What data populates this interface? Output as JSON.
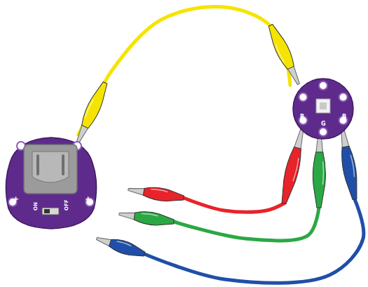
{
  "diagram": {
    "nodes": [
      {
        "text": [
          "+",
          "+",
          "ON",
          "OFF"
        ]
      },
      {
        "text": [
          "R",
          "G",
          "B"
        ]
      }
    ],
    "edges": [
      {
        "from": 0,
        "to": 1,
        "arrow": "none"
      }
    ]
  }
}
